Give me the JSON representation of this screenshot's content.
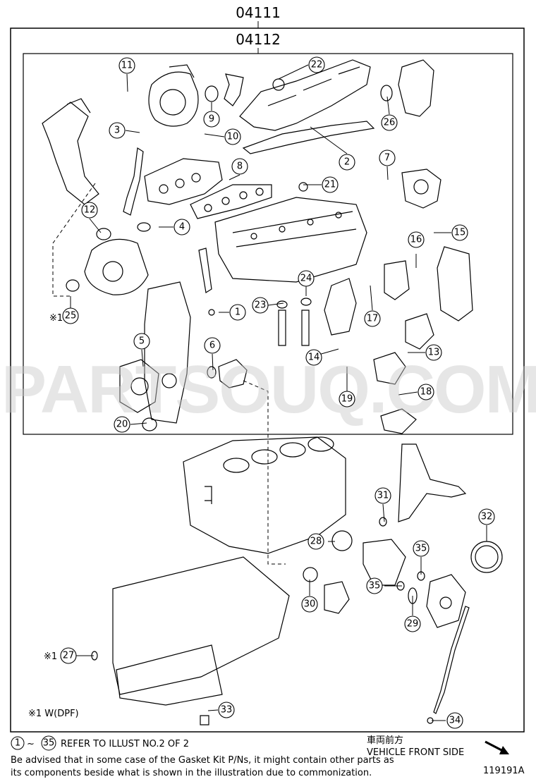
{
  "assembly_codes": {
    "outer": "04111",
    "inner": "04112"
  },
  "watermark": "PARTSOUQ.COM",
  "callouts": [
    "1",
    "2",
    "3",
    "4",
    "5",
    "6",
    "7",
    "8",
    "9",
    "10",
    "11",
    "12",
    "13",
    "14",
    "15",
    "16",
    "17",
    "18",
    "19",
    "20",
    "21",
    "22",
    "23",
    "24",
    "25",
    "26",
    "27",
    "28",
    "29",
    "30",
    "31",
    "32",
    "33",
    "34",
    "35",
    "35"
  ],
  "dpf_marks": {
    "mark_25": "※1",
    "mark_27": "※1",
    "note": "※1 W(DPF)"
  },
  "footer": {
    "range_start": "1",
    "range_sep": "~",
    "range_end": "35",
    "refer_text": "REFER TO ILLUST NO.2 OF 2",
    "advice_line1": "Be advised that in some case of the Gasket Kit P/Ns,  it might contain other parts as",
    "advice_line2": "its components beside what is shown in the illustration due to commonization."
  },
  "orientation": {
    "jp": "車両前方",
    "en": "VEHICLE FRONT SIDE"
  },
  "illustration_id": "119191A"
}
